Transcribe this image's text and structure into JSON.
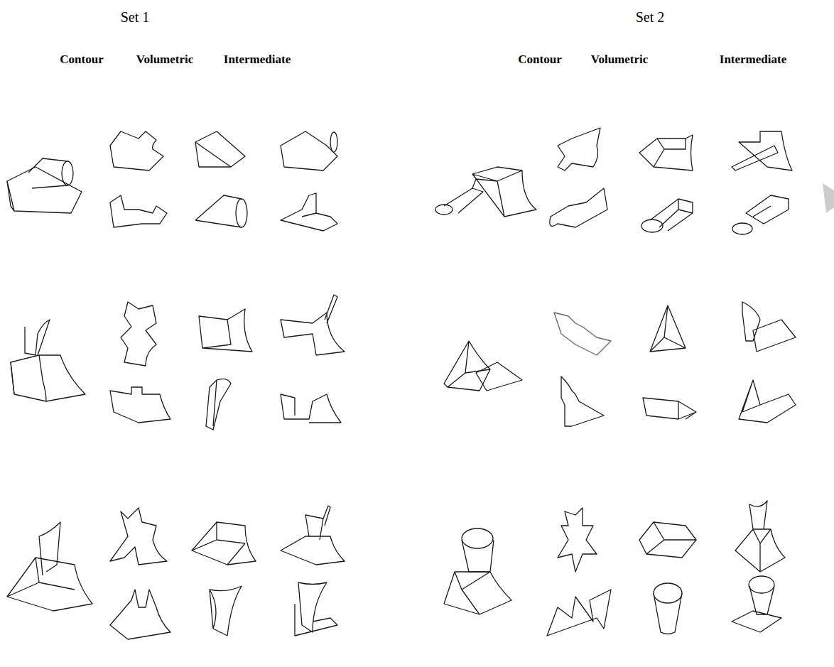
{
  "diagram": {
    "labels": [
      "Set 1",
      "Contour",
      "Volumetric",
      "Intermediate",
      "Set 2",
      "Contour",
      "Volumetric",
      "Intermediate"
    ]
  }
}
